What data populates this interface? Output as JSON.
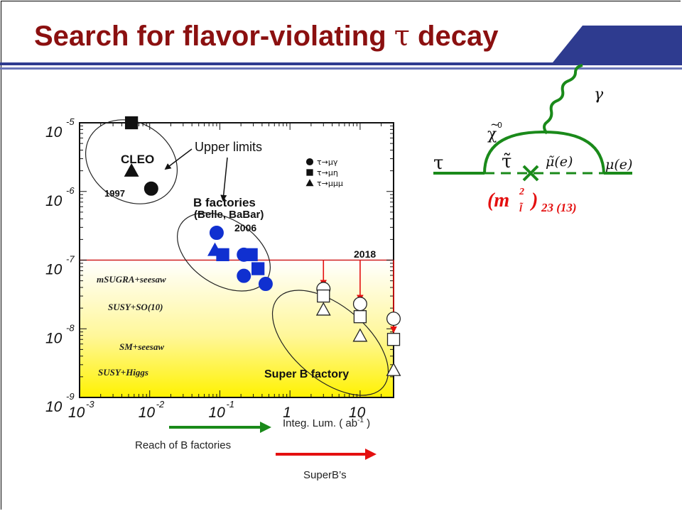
{
  "slide": {
    "title_prefix": "Search for flavor-violating ",
    "title_greek": "τ",
    "title_suffix": " decay"
  },
  "colors": {
    "title": "#8b1010",
    "header_band": "#2e3b8f",
    "limit_line": "#d02020",
    "marker": "#1030d0",
    "green_arrow": "#1a8a1a",
    "red_arrow": "#e41010"
  },
  "chart_data": {
    "type": "scatter",
    "x_scale": "log",
    "y_scale": "log",
    "xlim": [
      0.001,
      30
    ],
    "ylim": [
      1e-09,
      1e-05
    ],
    "x_tick_labels": [
      {
        "base": "10",
        "exp": "-3"
      },
      {
        "base": "10",
        "exp": "-2"
      },
      {
        "base": "10",
        "exp": "-1"
      },
      {
        "base": "1",
        "exp": ""
      },
      {
        "base": "10",
        "exp": ""
      }
    ],
    "y_tick_labels": [
      {
        "base": "10",
        "exp": "-5"
      },
      {
        "base": "10",
        "exp": "-6"
      },
      {
        "base": "10",
        "exp": "-7"
      },
      {
        "base": "10",
        "exp": "-8"
      },
      {
        "base": "10",
        "exp": "-9"
      }
    ],
    "legend": {
      "position": "top-right",
      "entries": [
        {
          "marker": "circle",
          "label": "τ→μγ"
        },
        {
          "marker": "square",
          "label": "τ→μη"
        },
        {
          "marker": "triangle",
          "label": "τ→μμμ"
        }
      ]
    },
    "group_labels": {
      "cleo": "CLEO",
      "cleo_year": "1997",
      "bfact1": "B factories",
      "bfact2": "(Belle, BaBar)",
      "bfact_year": "2006",
      "year_2018": "2018",
      "superb": "Super B factory",
      "upper_limits": "Upper limits"
    },
    "models": [
      "mSUGRA+seesaw",
      "SUSY+SO(10)",
      "SM+seesaw",
      "SUSY+Higgs"
    ],
    "model_band_top": 1e-07,
    "series": [
      {
        "name": "CLEO 1997",
        "fill": "black",
        "points": [
          {
            "marker": "square",
            "x": 0.0055,
            "y": 1e-05
          },
          {
            "marker": "triangle",
            "x": 0.0055,
            "y": 2e-06
          },
          {
            "marker": "circle",
            "x": 0.0105,
            "y": 1.1e-06
          }
        ]
      },
      {
        "name": "B factories 2006",
        "fill": "blue",
        "points": [
          {
            "marker": "circle",
            "x": 0.09,
            "y": 2.5e-07
          },
          {
            "marker": "triangle",
            "x": 0.085,
            "y": 1.4e-07
          },
          {
            "marker": "square",
            "x": 0.11,
            "y": 1.2e-07
          },
          {
            "marker": "square",
            "x": 0.28,
            "y": 1.2e-07
          },
          {
            "marker": "circle",
            "x": 0.22,
            "y": 1.2e-07
          },
          {
            "marker": "square",
            "x": 0.35,
            "y": 7.5e-08
          },
          {
            "marker": "circle",
            "x": 0.22,
            "y": 5.9e-08
          },
          {
            "marker": "circle",
            "x": 0.45,
            "y": 4.5e-08
          }
        ]
      },
      {
        "name": "Super B 2018",
        "fill": "open",
        "points": [
          {
            "marker": "circle",
            "x": 3.0,
            "y": 3.8e-08
          },
          {
            "marker": "square",
            "x": 3.0,
            "y": 3e-08
          },
          {
            "marker": "triangle",
            "x": 3.0,
            "y": 1.9e-08
          },
          {
            "marker": "circle",
            "x": 10,
            "y": 2.3e-08
          },
          {
            "marker": "square",
            "x": 10,
            "y": 1.5e-08
          },
          {
            "marker": "triangle",
            "x": 10,
            "y": 7.9e-09
          },
          {
            "marker": "circle",
            "x": 30,
            "y": 1.4e-08
          },
          {
            "marker": "square",
            "x": 30,
            "y": 7e-09
          },
          {
            "marker": "triangle",
            "x": 30,
            "y": 2.5e-09
          }
        ]
      }
    ],
    "projection_arrows": [
      {
        "x": 3.0,
        "from": 1e-07,
        "to": 4.3e-08
      },
      {
        "x": 10,
        "from": 1e-07,
        "to": 2.6e-08
      },
      {
        "x": 30,
        "from": 1e-07,
        "to": 9e-09
      }
    ]
  },
  "bottom": {
    "integ_label": "Integ. Lum. ( ab",
    "integ_exp": "-1",
    "integ_close": " )",
    "reach_label": "Reach of B factories",
    "superb_label": "SuperB’s"
  },
  "diagram": {
    "tau_in": "τ",
    "stau": "τ̃",
    "chargino": "χ",
    "chargino_sup": "0",
    "tilde": "~",
    "gamma": "γ",
    "smuon": "μ̃(e)",
    "muon_out": "μ(e)",
    "mass_open": "(m",
    "mass_sup": "2",
    "mass_sub": "l̃",
    "mass_close": ")",
    "mass_index": "23 (13)"
  }
}
